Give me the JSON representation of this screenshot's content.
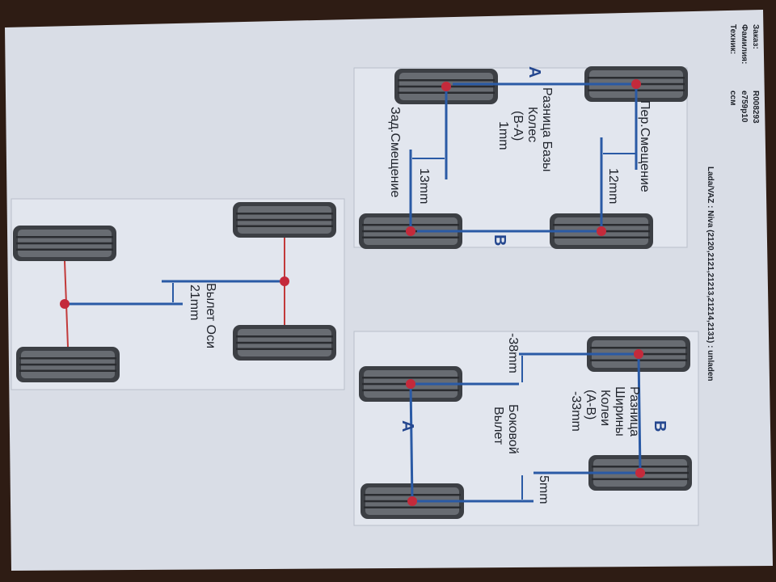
{
  "header": {
    "zakaz_label": "Заказ:",
    "zakaz_value": "R008293",
    "familiya_label": "Фамилия:",
    "familiya_value": "e759p10",
    "tehnik_label": "Техник:",
    "tehnik_value": "ссм",
    "vehicle": "Lada/VAZ : Niva (2120,2121,21213,21214,2131) : unladen"
  },
  "setback": {
    "front_label": "Пер.Смещение",
    "front_value": "12mm",
    "rear_label": "Зад.Смещение",
    "rear_value": "13mm",
    "wheelbase_diff_line1": "Разница Базы",
    "wheelbase_diff_line2": "Колес",
    "wheelbase_diff_line3": "(B-A)",
    "wheelbase_diff_value": "1mm",
    "side_a": "A",
    "side_b": "B"
  },
  "track": {
    "left_value": "-38mm",
    "right_value": "5mm",
    "track_diff_line1": "Разница",
    "track_diff_line2": "Ширины",
    "track_diff_line3": "Колеи",
    "track_diff_line4": "(A-B)",
    "track_diff_value": "-33mm",
    "lateral_line1": "Боковой",
    "lateral_line2": "Вылет",
    "side_a": "A",
    "side_b": "B"
  },
  "axle": {
    "label": "Вылет Оси",
    "value": "21mm"
  }
}
